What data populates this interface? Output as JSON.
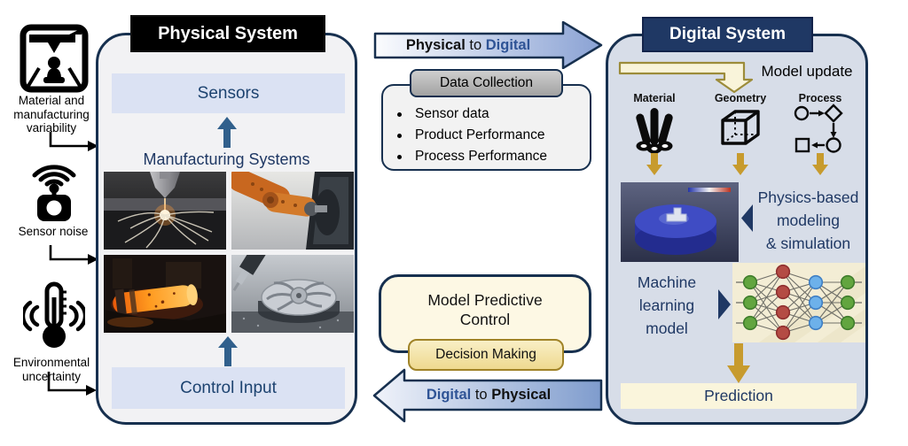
{
  "colors": {
    "navy_border": "#17304f",
    "navy_fill": "#1f3864",
    "steel_arrow": "#31608c",
    "panel_physical_bg": "#f2f2f4",
    "panel_digital_bg": "#d7dde8",
    "lightblue_box": "#dbe2f3",
    "cream_box": "#fdf8e4",
    "prediction_bg": "#faf5dc",
    "gold": "#c79b2e",
    "decision_border": "#a08327",
    "flow_blue_text": "#2f5496"
  },
  "left_inputs": {
    "variability": {
      "icon": "3d-printer-icon",
      "lines": [
        "Material and",
        "manufacturing",
        "variability"
      ]
    },
    "noise": {
      "icon": "wireless-sensor-icon",
      "label": "Sensor noise"
    },
    "environment": {
      "icon": "thermometer-icon",
      "lines": [
        "Environmental",
        "uncertainty"
      ]
    }
  },
  "physical": {
    "title": "Physical System",
    "sensors_label": "Sensors",
    "systems_label": "Manufacturing Systems",
    "control_label": "Control Input",
    "photos": [
      "laser powder bed fusion",
      "robotic machining cell",
      "hot forging billet",
      "CNC impeller milling"
    ]
  },
  "flow_top": {
    "w1": "Physical",
    "w2": "to",
    "w3": "Digital"
  },
  "data_collection": {
    "title": "Data Collection",
    "items": [
      "Sensor data",
      "Product Performance",
      "Process Performance"
    ]
  },
  "mpc": {
    "lines": [
      "Model Predictive",
      "Control"
    ]
  },
  "decision": {
    "label": "Decision Making"
  },
  "flow_bottom": {
    "w1": "Digital",
    "w2": "to",
    "w3": "Physical"
  },
  "digital": {
    "title": "Digital System",
    "model_update": "Model update",
    "columns": [
      {
        "label": "Material"
      },
      {
        "label": "Geometry"
      },
      {
        "label": "Process"
      }
    ],
    "physics_lines": [
      "Physics-based",
      "modeling",
      "& simulation"
    ],
    "ml_lines": [
      "Machine",
      "learning",
      "model"
    ],
    "prediction": "Prediction"
  },
  "nn": {
    "x": [
      20,
      57,
      94,
      130
    ],
    "ys": [
      [
        22,
        45,
        68
      ],
      [
        10,
        33,
        56,
        79
      ],
      [
        22,
        45,
        68
      ],
      [
        22,
        45,
        68
      ]
    ],
    "fills": [
      "#62a53f",
      "#b44b44",
      "#6db1ea",
      "#62a53f"
    ],
    "strokes": [
      "#3f7d2c",
      "#8f2f2f",
      "#3f7fc4",
      "#3f7d2c"
    ]
  }
}
